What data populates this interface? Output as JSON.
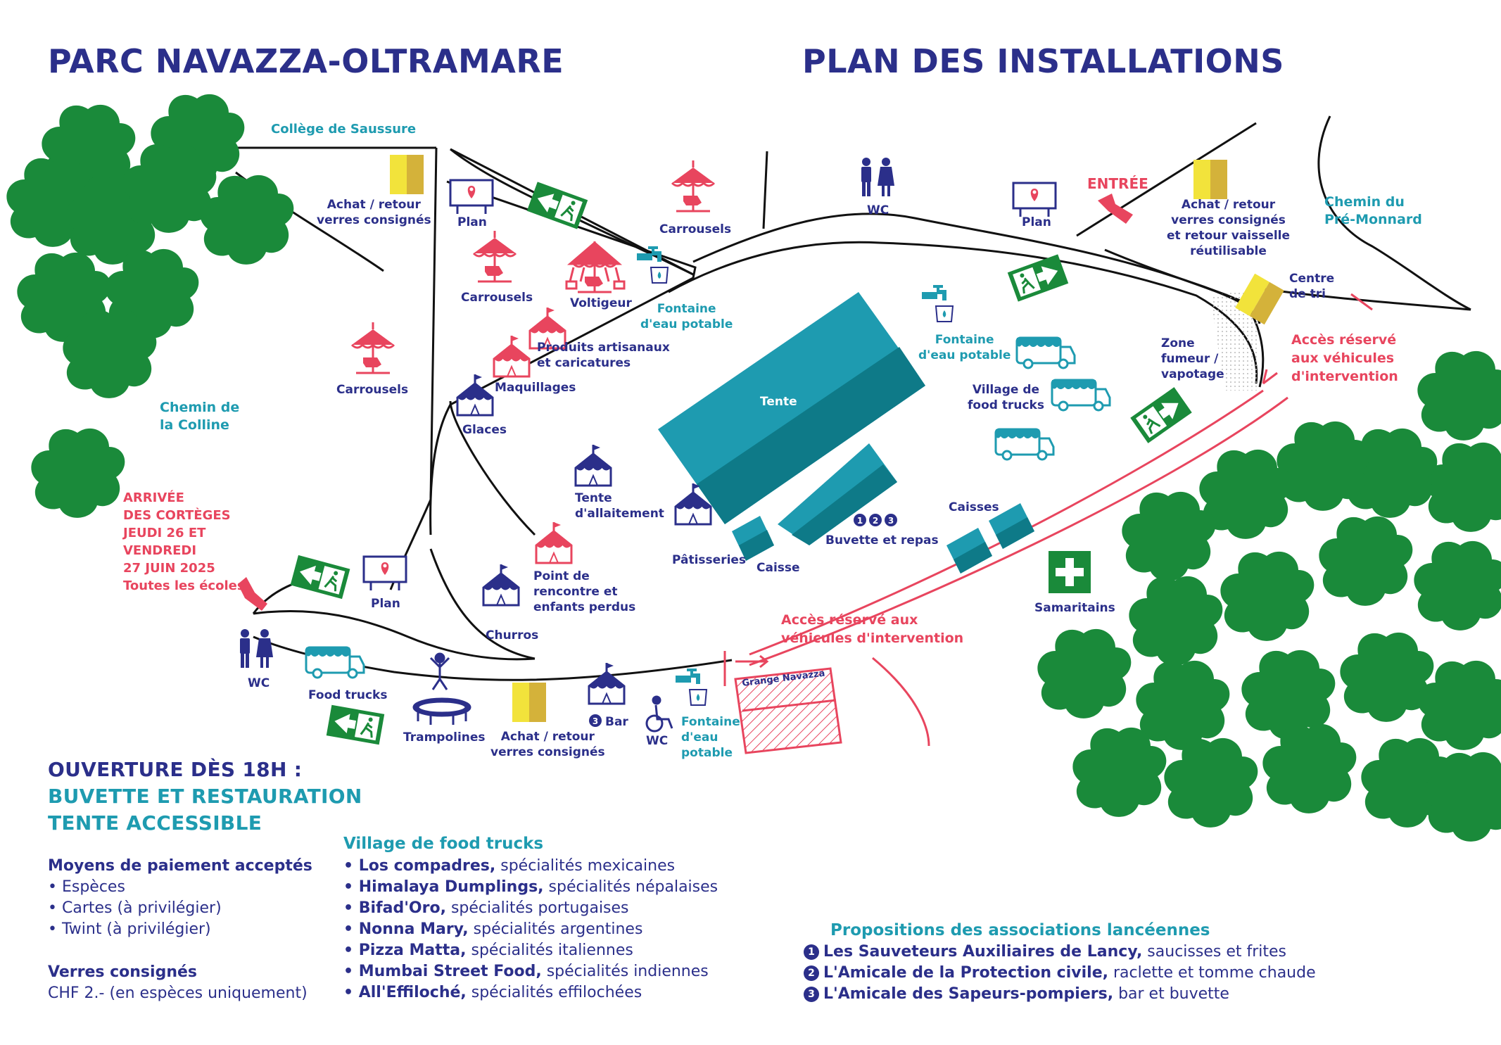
{
  "header": {
    "left_title": "PARC NAVAZZA-OLTRAMARE",
    "right_title": "PLAN DES INSTALLATIONS"
  },
  "colors": {
    "navy": "#2b2f8a",
    "teal": "#1e9bb0",
    "red": "#e8455e",
    "green": "#1a8a3a",
    "yellow": "#f2e33b"
  },
  "map_labels": {
    "college": "Collège de Saussure",
    "achat_top_left": [
      "Achat / retour",
      "verres consignés"
    ],
    "plan_top": "Plan",
    "carrousels_top": "Carrousels",
    "carrousels_mid": "Carrousels",
    "carrousels_left": "Carrousels",
    "voltigeur": "Voltigeur",
    "fontaine_top": [
      "Fontaine",
      "d'eau potable"
    ],
    "produits": [
      "Produits artisanaux",
      "et caricatures"
    ],
    "maquillages": "Maquillages",
    "glaces": "Glaces",
    "chemin_colline": [
      "Chemin de",
      "la Colline"
    ],
    "wc_top": "WC",
    "plan_right": "Plan",
    "entree": "ENTRÉE",
    "achat_top_right": [
      "Achat / retour",
      "verres consignés",
      "et retour vaisselle",
      "réutilisable"
    ],
    "chemin_pre": [
      "Chemin du",
      "Pré-Monnard"
    ],
    "centre_tri": [
      "Centre",
      "de tri"
    ],
    "acces_right": [
      "Accès réservé",
      "aux véhicules",
      "d'intervention"
    ],
    "fontaine_right": [
      "Fontaine",
      "d'eau potable"
    ],
    "village_food": [
      "Village de",
      "food trucks"
    ],
    "zone_fumeur": [
      "Zone",
      "fumeur /",
      "vapotage"
    ],
    "tente": "Tente",
    "tente_allaitement": [
      "Tente",
      "d'allaitement"
    ],
    "patisseries": "Pâtisseries",
    "caisse": "Caisse",
    "buvette": "Buvette et repas",
    "caisses": "Caisses",
    "samaritains": "Samaritains",
    "arrivee": [
      "ARRIVÉE",
      "DES CORTÈGES",
      "JEUDI 26 ET",
      "VENDREDI",
      "27 JUIN 2025",
      "Toutes les écoles"
    ],
    "plan_left": "Plan",
    "point_rencontre": [
      "Point de",
      "rencontre et",
      "enfants perdus"
    ],
    "churros": "Churros",
    "acces_bottom": [
      "Accès réservé aux",
      "véhicules d'intervention"
    ],
    "wc_left": "WC",
    "food_trucks": "Food trucks",
    "trampolines": "Trampolines",
    "achat_bottom": [
      "Achat / retour",
      "verres consignés"
    ],
    "bar": "Bar",
    "wc_bottom": "WC",
    "fontaine_bottom": [
      "Fontaine",
      "d'eau",
      "potable"
    ],
    "grange": "Grange Navazza"
  },
  "info": {
    "opening_line1": "OUVERTURE DÈS 18H :",
    "opening_line2": "BUVETTE ET RESTAURATION",
    "opening_line3": "TENTE ACCESSIBLE",
    "payment_title": "Moyens de paiement acceptés",
    "payment_items": [
      "• Espèces",
      "• Cartes (à privilégier)",
      "• Twint (à privilégier)"
    ],
    "verres_title": "Verres consignés",
    "verres_text": "CHF 2.- (en espèces uniquement)",
    "village_title": "Village de food trucks",
    "food_trucks": [
      {
        "name": "• Los compadres,",
        "spec": " spécialités mexicaines"
      },
      {
        "name": "• Himalaya Dumplings,",
        "spec": " spécialités népalaises"
      },
      {
        "name": "• Bifad'Oro,",
        "spec": " spécialités portugaises"
      },
      {
        "name": "• Nonna Mary,",
        "spec": " spécialités argentines"
      },
      {
        "name": "• Pizza Matta,",
        "spec": " spécialités italiennes"
      },
      {
        "name": "• Mumbai Street Food,",
        "spec": " spécialités  indiennes"
      },
      {
        "name": "• All'Effiloché,",
        "spec": " spécialités effilochées"
      }
    ],
    "assoc_title": "Propositions des associations lancéennes",
    "associations": [
      {
        "num": "1",
        "name": "Les Sauveteurs Auxiliaires de Lancy,",
        "detail": " saucisses et frites"
      },
      {
        "num": "2",
        "name": "L'Amicale de la Protection civile,",
        "detail": " raclette et tomme chaude"
      },
      {
        "num": "3",
        "name": "L'Amicale des Sapeurs-pompiers,",
        "detail": " bar et buvette"
      }
    ],
    "buvette_nums": [
      "1",
      "2",
      "3"
    ],
    "bar_num": "3"
  }
}
